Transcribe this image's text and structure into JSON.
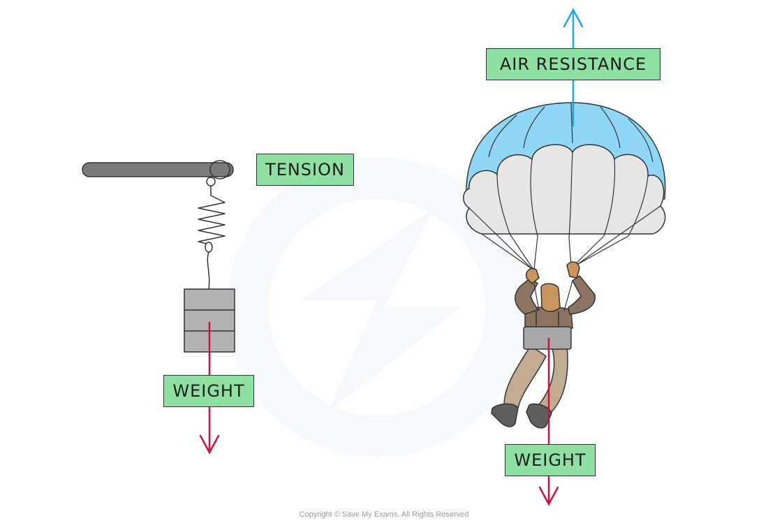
{
  "labels": {
    "tension": "TENSION",
    "weight_left": "WEIGHT",
    "air_resistance": "AIR RESISTANCE",
    "weight_right": "WEIGHT"
  },
  "footer": {
    "copyright": "Copyright © Save My Exams. All Rights Reserved"
  },
  "colors": {
    "label_fill": "#8fe0a3",
    "weight_arrow": "#d0103a",
    "air_arrow": "#1fa7e0",
    "canopy_blue": "#8fd6f7",
    "canopy_white": "#e6e6e6",
    "suit_brown": "#8c7460",
    "skin": "#c9955e"
  }
}
